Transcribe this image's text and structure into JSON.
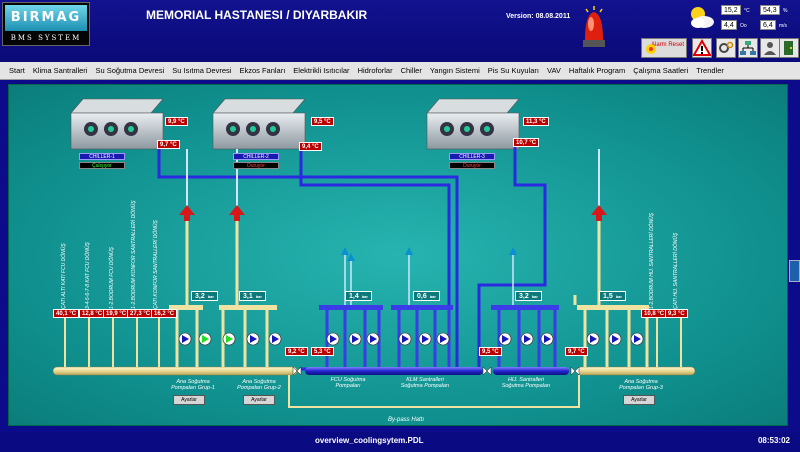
{
  "header": {
    "logo_top": "BIRMAG",
    "logo_bottom": "BMS SYSTEM",
    "title": "MEMORIAL HASTANESI / DIYARBAKIR",
    "version": "Version: 08.08.2011",
    "alarm_reset_label": "Alarm Reset",
    "weather": {
      "temp": "15,2",
      "temp_unit": "°C",
      "humidity": "54,3",
      "humidity_unit": "%",
      "wind_dir": "4,4",
      "wind_dir_unit": "Oo",
      "wind_speed": "6,4",
      "wind_speed_unit": "m/s"
    }
  },
  "menu": [
    "Start",
    "Klima Santralleri",
    "Su Soğutma Devresi",
    "Su Isıtma Devresi",
    "Ekzos Fanları",
    "Elektrikli Isıtıcılar",
    "Hidroforlar",
    "Chiller",
    "Yangın Sistemi",
    "Pis Su Kuyuları",
    "VAV",
    "Haftalık Program",
    "Çalışma Saatleri",
    "Trendler"
  ],
  "chillers": [
    {
      "name": "CHILLER-1",
      "status": "Çalışıyor",
      "status_color": "#3cff3c",
      "t_top": "9,9",
      "t_bot": "9,7",
      "unit": "°C"
    },
    {
      "name": "CHILLER-2",
      "status": "Duruyor",
      "status_color": "#ff4040",
      "t_top": "9,5",
      "t_bot": "9,4",
      "unit": "°C"
    },
    {
      "name": "CHILLER-3",
      "status": "Duruyor",
      "status_color": "#ff4040",
      "t_top": "11,3",
      "t_bot": "10,7",
      "unit": "°C"
    }
  ],
  "pressures": [
    {
      "value": "3,2",
      "unit": "bar"
    },
    {
      "value": "3,1",
      "unit": "bar"
    },
    {
      "value": "1,4",
      "unit": "bar"
    },
    {
      "value": "0,6",
      "unit": "bar"
    },
    {
      "value": "3,2",
      "unit": "bar"
    },
    {
      "value": "1,5",
      "unit": "bar"
    }
  ],
  "circuits_left": [
    {
      "label": "ÇATI ALTI KATI FCU DÖNÜŞ",
      "temp": "40,1 °C"
    },
    {
      "label": "3-4-5-6-7-8 KAT FCU DÖNÜŞ",
      "temp": "12,8 °C"
    },
    {
      "label": "1-2.BODRUM FCU DÖNÜŞ",
      "temp": "19,9 °C"
    },
    {
      "label": "1-2.BODRUM KONFOR SANTRALLERİ DÖNÜŞ",
      "temp": "27,3 °C"
    },
    {
      "label": "ÇATI KONFOR SANTRALLERİ DÖNÜŞ",
      "temp": "16,2 °C"
    }
  ],
  "circuits_right": [
    {
      "label": "1-2.BODRUM HIJ. SANTRALLERİ DÖNÜŞ",
      "temp": "10,8 °C"
    },
    {
      "label": "ÇATI HIJ. SANTRALLERİ DÖNÜŞ",
      "temp": "9,3 °C"
    }
  ],
  "collector_temps": [
    "9,2 °C",
    "5,3 °C",
    "9,5 °C",
    "9,7 °C"
  ],
  "groups": [
    {
      "label": "Ana Soğutma Pompaları Grup-1"
    },
    {
      "label": "Ana Soğutma Pompaları Grup-2"
    },
    {
      "label": "FCU Soğutma Pompaları"
    },
    {
      "label": "KLM Santralleri Soğutma Pompaları"
    },
    {
      "label": "HIJ. Santralleri Soğutma Pompaları"
    },
    {
      "label": "Ana Soğutma Pompaları Grup-3"
    }
  ],
  "settings_button": "Ayarlar",
  "bypass_label": "By-pass Hattı",
  "footer": {
    "page": "overview_coolingsytem.PDL",
    "clock": "08:53:02"
  },
  "colors": {
    "panel": "#13a09c",
    "supply_pipe": "#f5e6a0",
    "return_pipe": "#2b2bd8",
    "value_box": "#b00000"
  }
}
